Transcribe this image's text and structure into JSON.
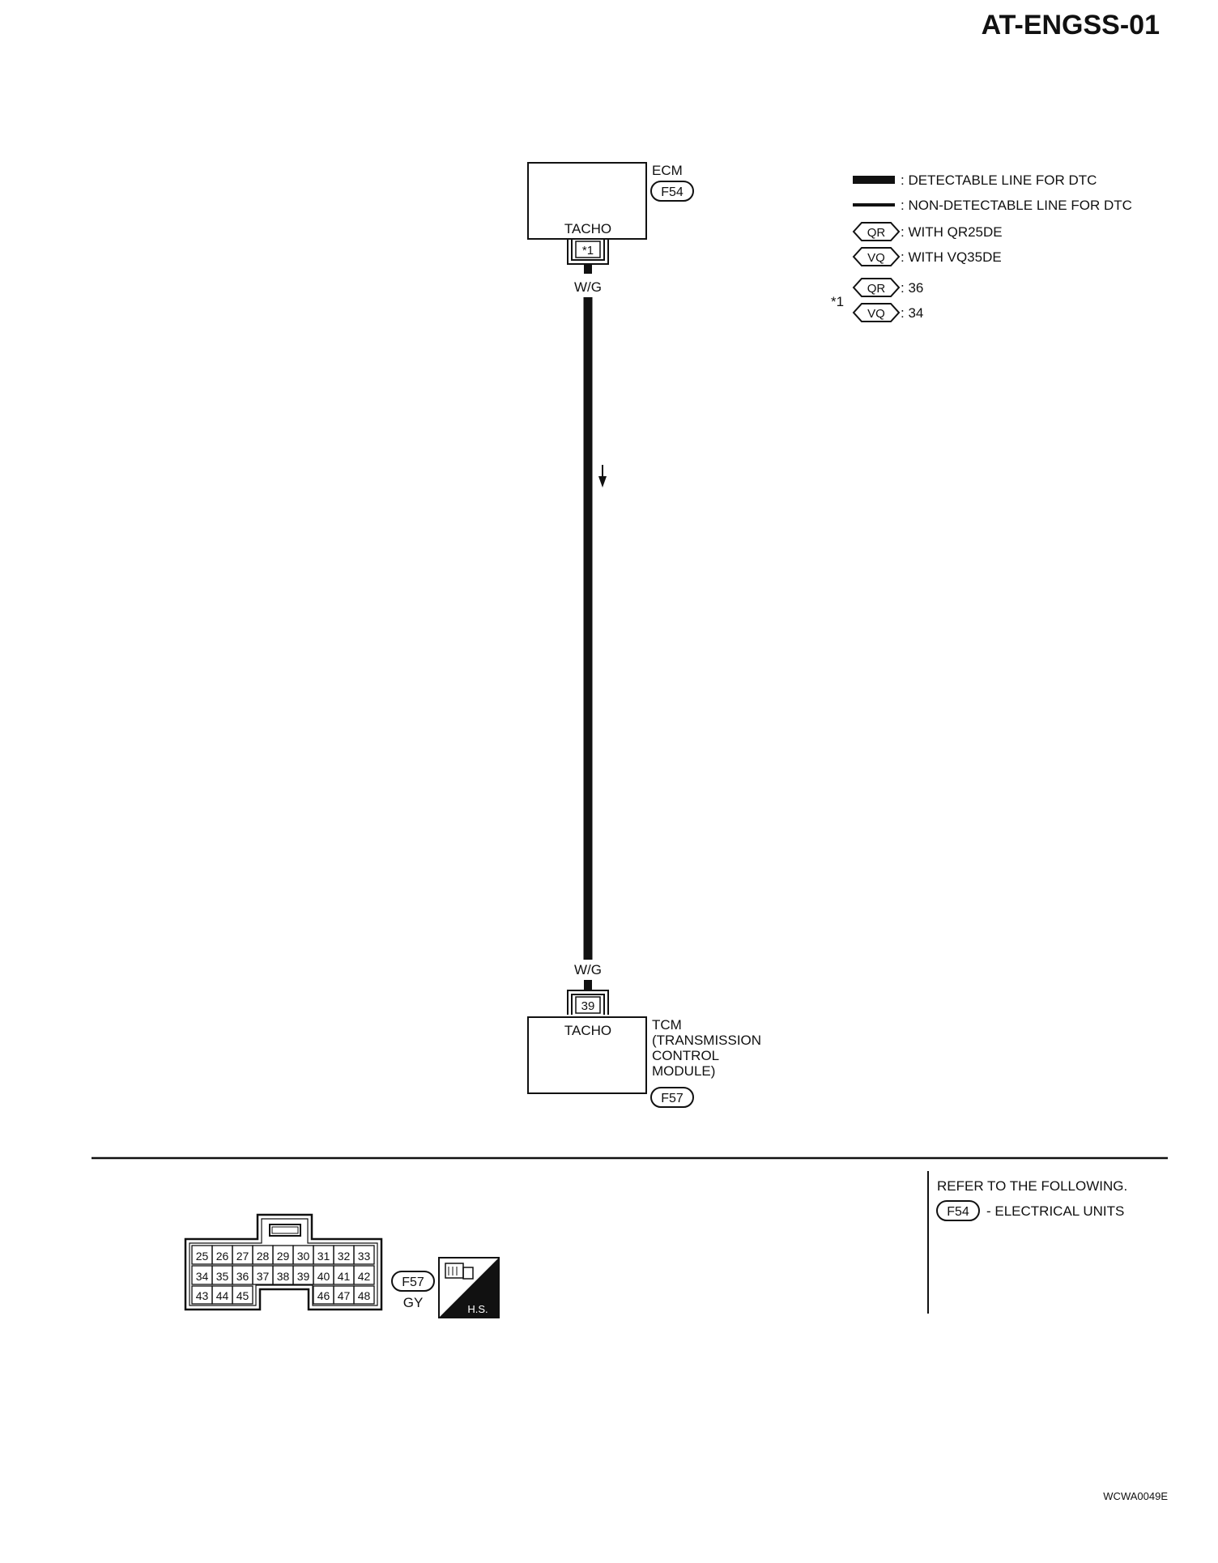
{
  "header": {
    "diagram_id": "AT-ENGSS-01"
  },
  "ecm": {
    "name": "ECM",
    "connector": "F54",
    "terminal_label": "TACHO",
    "terminal_pin": "*1",
    "wire_color": "W/G"
  },
  "tcm": {
    "name_lines": [
      "TCM",
      "(TRANSMISSION",
      "CONTROL",
      "MODULE)"
    ],
    "connector": "F57",
    "terminal_label": "TACHO",
    "terminal_pin": "39",
    "wire_color": "W/G"
  },
  "legend": {
    "detectable": ": DETECTABLE LINE FOR DTC",
    "non_detectable": ": NON-DETECTABLE LINE FOR DTC",
    "qr_tag": "QR",
    "vq_tag": "VQ",
    "qr_desc": ": WITH QR25DE",
    "vq_desc": ": WITH VQ35DE",
    "star_label": "*1",
    "star_qr_value": ": 36",
    "star_vq_value": ": 34"
  },
  "connector_view": {
    "rows": [
      [
        "25",
        "26",
        "27",
        "28",
        "29",
        "30",
        "31",
        "32",
        "33"
      ],
      [
        "34",
        "35",
        "36",
        "37",
        "38",
        "39",
        "40",
        "41",
        "42"
      ],
      [
        "43",
        "44",
        "45",
        "46",
        "47",
        "48"
      ]
    ],
    "connector_id": "F57",
    "color": "GY",
    "hs_label": "H.S."
  },
  "reference": {
    "title": "REFER TO THE FOLLOWING.",
    "connector": "F54",
    "text": "- ELECTRICAL UNITS"
  },
  "footer": {
    "figure_code": "WCWA0049E"
  }
}
